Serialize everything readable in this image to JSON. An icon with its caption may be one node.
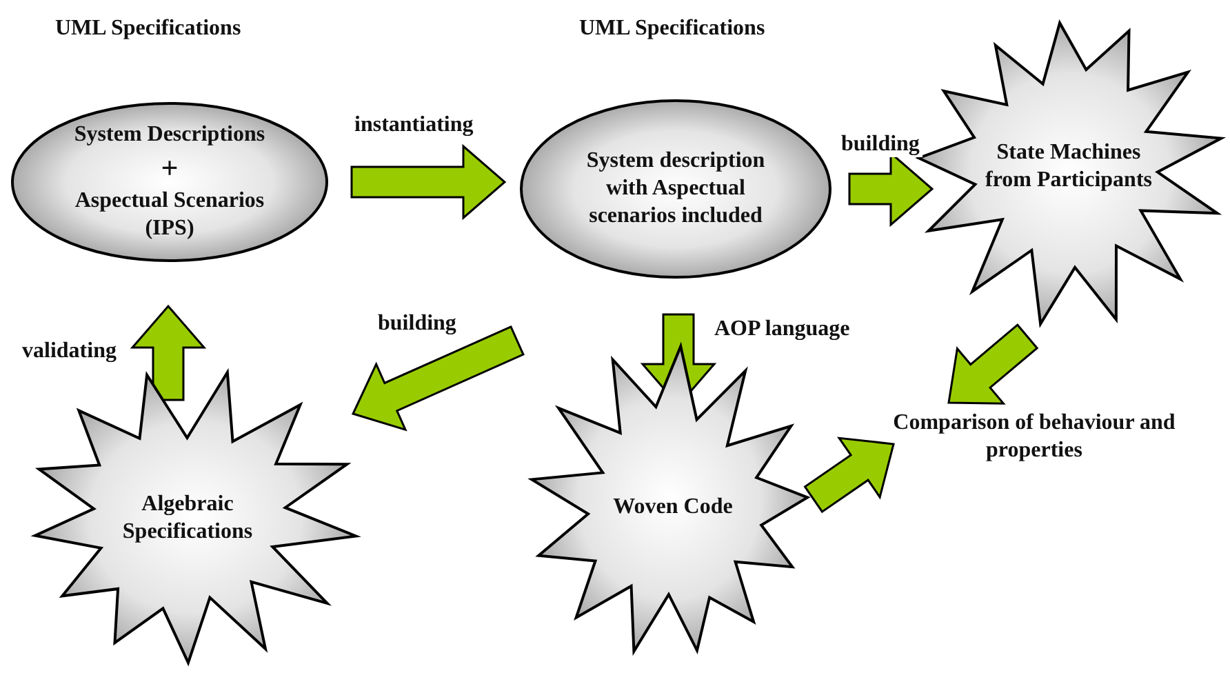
{
  "diagram": {
    "nodes": [
      {
        "text": [
          "System Descriptions",
          "+",
          "Aspectual Scenarios (IPS)"
        ],
        "beside": [
          "UML Specifications"
        ]
      },
      {
        "text": [
          "System description with Aspectual scenarios included"
        ],
        "beside": [
          "UML Specifications"
        ]
      },
      {
        "text": [
          "State Machines from Participants"
        ]
      },
      {
        "text": [
          "Algebraic Specifications"
        ]
      },
      {
        "text": [
          "Woven Code"
        ]
      },
      {
        "text": [
          "Comparison of behaviour and properties"
        ]
      }
    ],
    "edges": [
      {
        "from": 0,
        "to": 1,
        "arrow": "to",
        "label": "instantiating"
      },
      {
        "from": 1,
        "to": 2,
        "arrow": "to",
        "label": "building"
      },
      {
        "from": 1,
        "to": 3,
        "arrow": "to",
        "label": "building"
      },
      {
        "from": 1,
        "to": 4,
        "arrow": "to",
        "label": "AOP language"
      },
      {
        "from": 3,
        "to": 0,
        "arrow": "to",
        "label": "validating"
      },
      {
        "from": 2,
        "to": 5,
        "arrow": "to"
      },
      {
        "from": 4,
        "to": 5,
        "arrow": "to"
      }
    ]
  }
}
